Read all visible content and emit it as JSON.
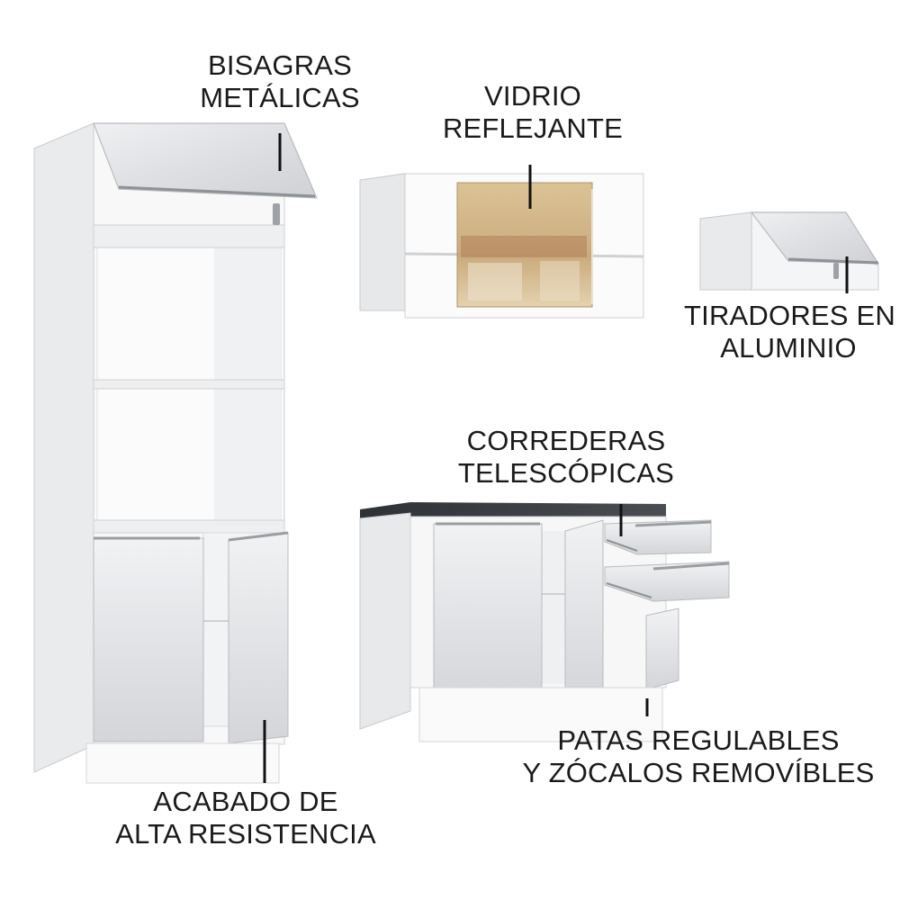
{
  "callouts": {
    "bisagras": {
      "line1": "BISAGRAS",
      "line2": "METÁLICAS"
    },
    "vidrio": {
      "line1": "VIDRIO",
      "line2": "REFLEJANTE"
    },
    "tiradores": {
      "line1": "TIRADORES EN",
      "line2": "ALUMINIO"
    },
    "correderas": {
      "line1": "CORREDERAS",
      "line2": "TELESCÓPICAS"
    },
    "patas": {
      "line1": "PATAS REGULABLES",
      "line2": "Y ZÓCALOS REMOVÍBLES"
    },
    "acabado": {
      "line1": "ACABADO DE",
      "line2": "ALTA RESISTENCIA"
    }
  },
  "colors": {
    "cabinet_white": "#f7f7f7",
    "panel_grey": "#d9dadc",
    "door_gloss": "#e4e5e7",
    "handle_aluminium": "#9a9da1",
    "countertop": "#3b3e42",
    "glass_amber": "#c9a877",
    "text": "#1a1a1a"
  }
}
